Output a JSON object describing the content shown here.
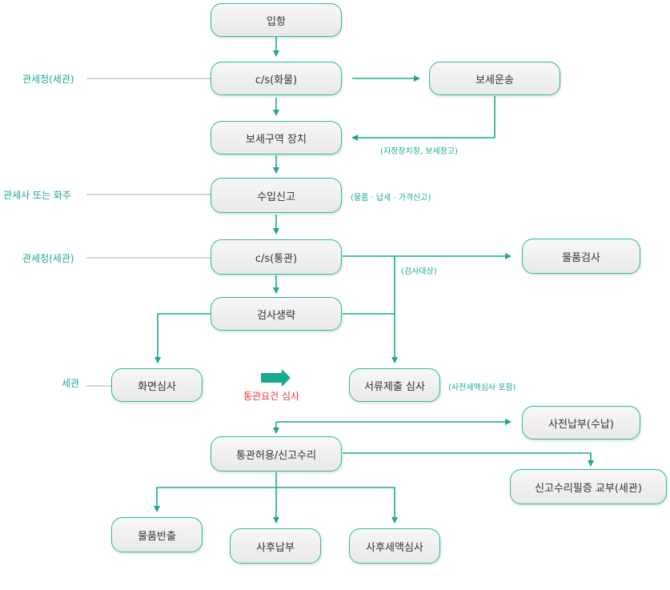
{
  "nodes": {
    "entry": "입항",
    "cs_cargo": "c/s(화물)",
    "bonded_transport": "보세운송",
    "bonded_area": "보세구역 장치",
    "import_declaration": "수입신고",
    "cs_customs": "c/s(통관)",
    "goods_inspection": "물품검사",
    "inspection_omitted": "검사생략",
    "screen_review": "화면심사",
    "document_review": "서류제출 심사",
    "prepayment": "사전납부(수납)",
    "clearance_accept": "통관허용/신고수리",
    "certificate_issue": "신고수리필증 교부(세관)",
    "goods_release": "물품반출",
    "post_payment": "사후납부",
    "post_tax_review": "사후세액심사"
  },
  "side_labels": {
    "customs_office_1": "관세청(세관)",
    "broker_or_owner": "관세사 또는 화주",
    "customs_office_2": "관세청(세관)",
    "customs": "세관"
  },
  "notes": {
    "designated": "(지정장치장, 보세창고)",
    "declaration_items": "(물품 · 납세 · 가격신고)",
    "inspection_target": "(검사대상)",
    "pre_tax_review": "(사전세액심사 포함)",
    "clearance_review": "통관요건 심사"
  },
  "colors": {
    "line": "#1aa991",
    "box_border": "#2bb8a3",
    "label": "#1aa991",
    "highlight": "#e53935",
    "side_rule": "#bbbbbb"
  }
}
